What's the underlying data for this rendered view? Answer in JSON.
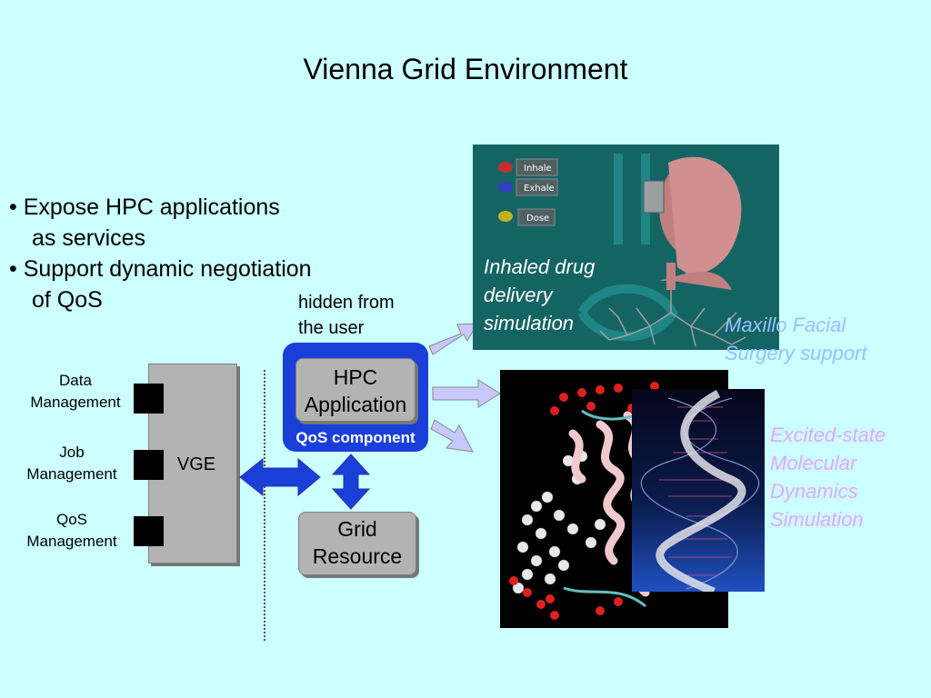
{
  "title": "Vienna Grid Environment",
  "bullets": [
    {
      "line1": "•  Expose HPC applications",
      "line2": "as services"
    },
    {
      "line1": "•  Support dynamic negotiation",
      "line2": "of QoS"
    }
  ],
  "left_labels": {
    "data_1": "Data",
    "data_2": "Management",
    "job_1": "Job",
    "job_2": "Management",
    "qos_1": "QoS",
    "qos_2": "Management"
  },
  "vge_label": "VGE",
  "hidden_note": {
    "line1": "hidden from",
    "line2": "the user"
  },
  "hpc": {
    "line1": "HPC",
    "line2": "Application",
    "qos": "QoS component"
  },
  "grid": {
    "line1": "Grid",
    "line2": "Resource"
  },
  "inhaled": {
    "line1": "Inhaled drug",
    "line2": "delivery",
    "line3": "simulation"
  },
  "inhale_buttons": {
    "inhale": "Inhale",
    "exhale": "Exhale",
    "dose": "Dose"
  },
  "maxillo": {
    "line1": "Maxillo Facial",
    "line2": "Surgery support"
  },
  "excited": {
    "line1": "Excited-state",
    "line2": "Molecular",
    "line3": "Dynamics",
    "line4": "Simulation"
  },
  "colors": {
    "background": "#ccffff",
    "qos_blue": "#1a3fd9",
    "box_gray": "#b3b3b3",
    "arrow_blue": "#1a3fd9",
    "arrow_lavender": "#c8c8ff"
  }
}
